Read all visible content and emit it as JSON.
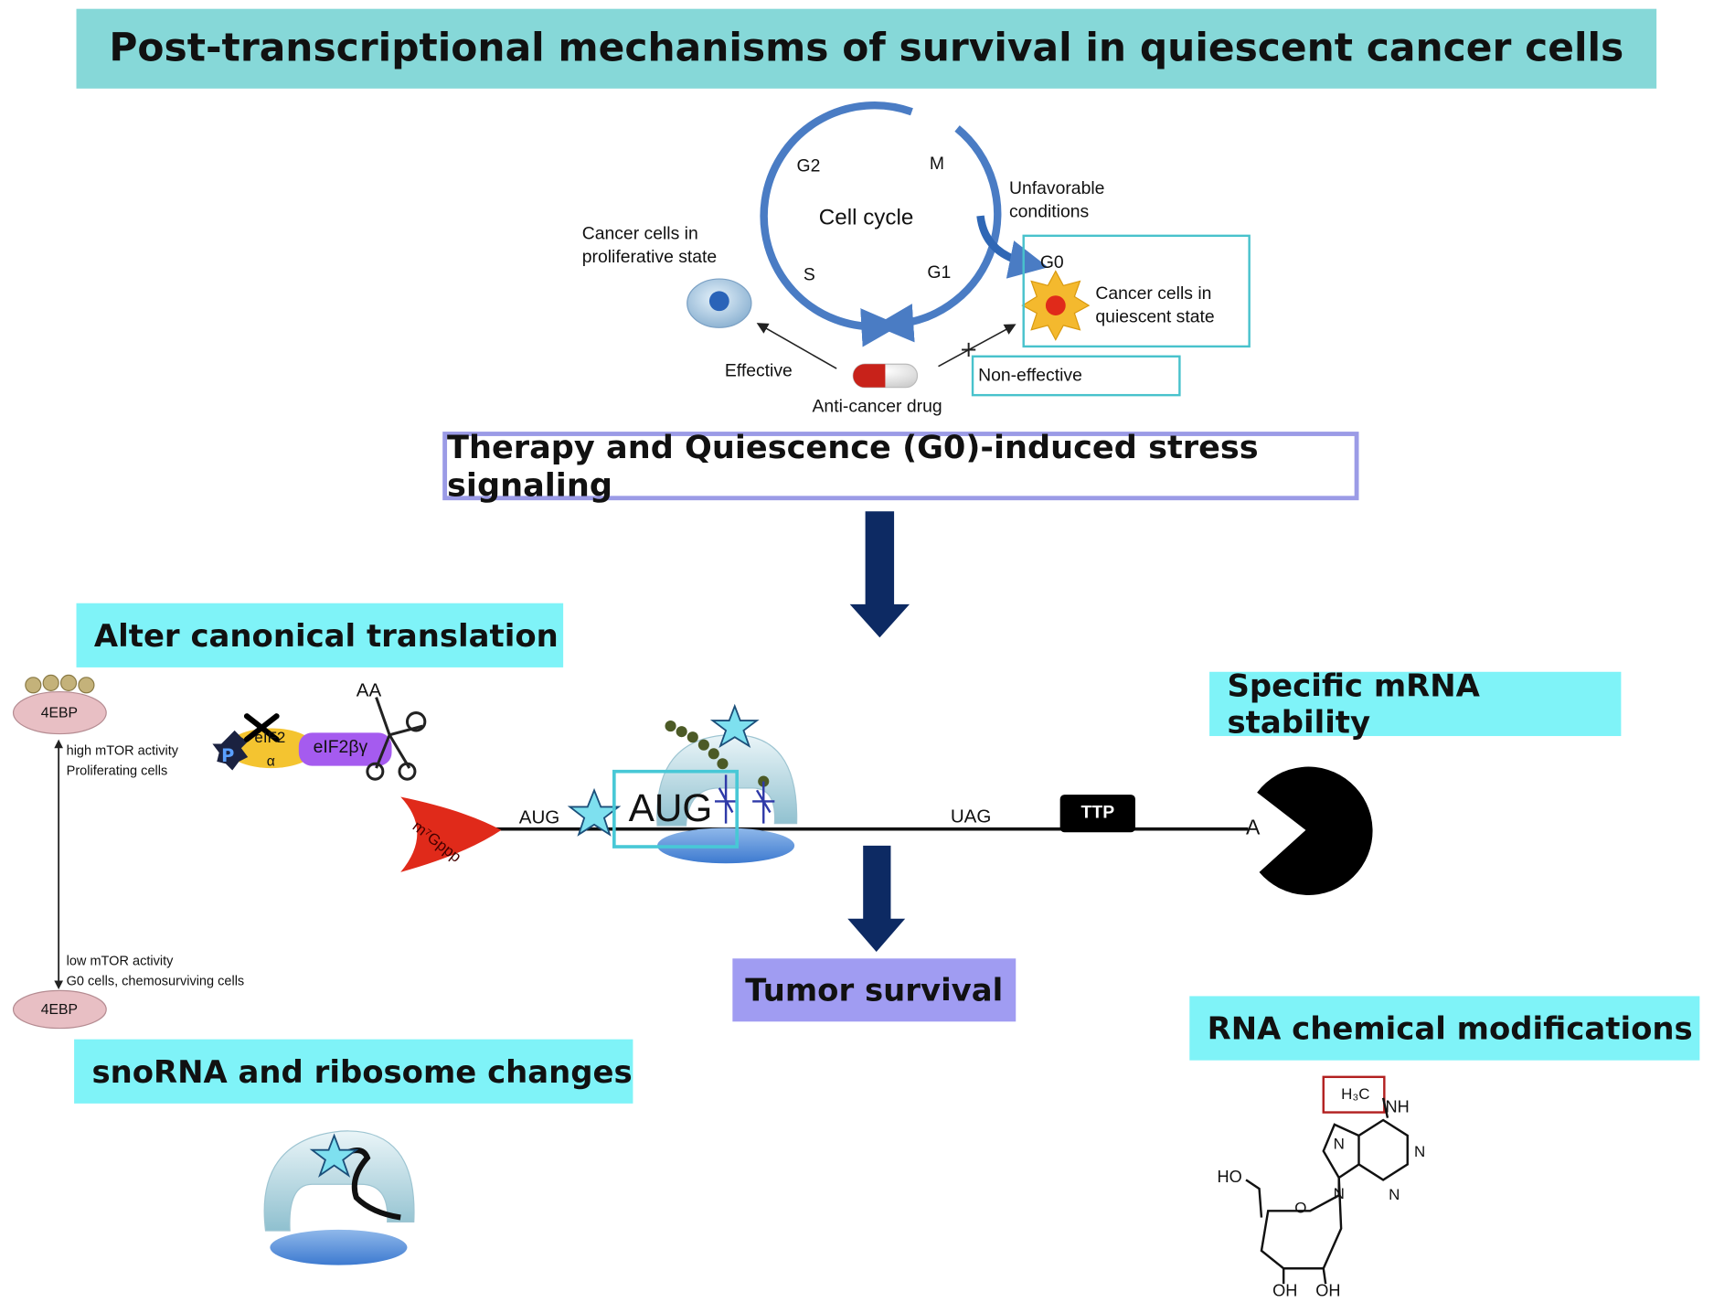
{
  "title": "Post-transcriptional mechanisms of survival in quiescent cancer cells",
  "cell_cycle": {
    "center": "Cell cycle",
    "phases": {
      "g2": "G2",
      "m": "M",
      "s": "S",
      "g1": "G1",
      "g0": "G0"
    },
    "unfavorable": [
      "Unfavorable",
      "conditions"
    ],
    "proliferative": [
      "Cancer cells in",
      "proliferative  state"
    ],
    "quiescent": [
      "Cancer cells in",
      "quiescent state"
    ],
    "effective": "Effective",
    "non_effective": "Non-effective",
    "drug": "Anti-cancer drug"
  },
  "stress_signaling": "Therapy and Quiescence (G0)-induced stress signaling",
  "sections": {
    "alter_translation": "Alter canonical  translation",
    "mrna_stability": "Specific mRNA stability",
    "snorna": "snoRNA and ribosome changes",
    "rna_mods": "RNA chemical modifications",
    "tumor_survival": "Tumor survival"
  },
  "mtor": {
    "protein": "4EBP",
    "p": "P",
    "high": [
      "high mTOR activity",
      "Proliferating cells"
    ],
    "low": [
      "low mTOR activity",
      "G0 cells, chemosurviving cells"
    ]
  },
  "translation": {
    "aa": "AA",
    "eif2a": [
      "eIF2",
      "α"
    ],
    "eif2by": "eIF2βγ",
    "cap": "m⁷Gppp",
    "aug_small": "AUG",
    "aug_big": "AUG",
    "uag": "UAG",
    "ttp": "TTP",
    "polya": "A"
  },
  "molecule": {
    "methyl": "H₃C",
    "nh": "NH",
    "n": "N",
    "o": "O",
    "ho": "HO",
    "oh": "OH"
  },
  "colors": {
    "header_bg": "#86d8d8",
    "label_bg": "#7ff3f8",
    "stress_border": "#9b9be6",
    "survival_bg": "#a09cf2",
    "arrow_navy": "#0d2a63",
    "cycle_blue": "#4a7cc4",
    "cap_red": "#e02a1a"
  }
}
